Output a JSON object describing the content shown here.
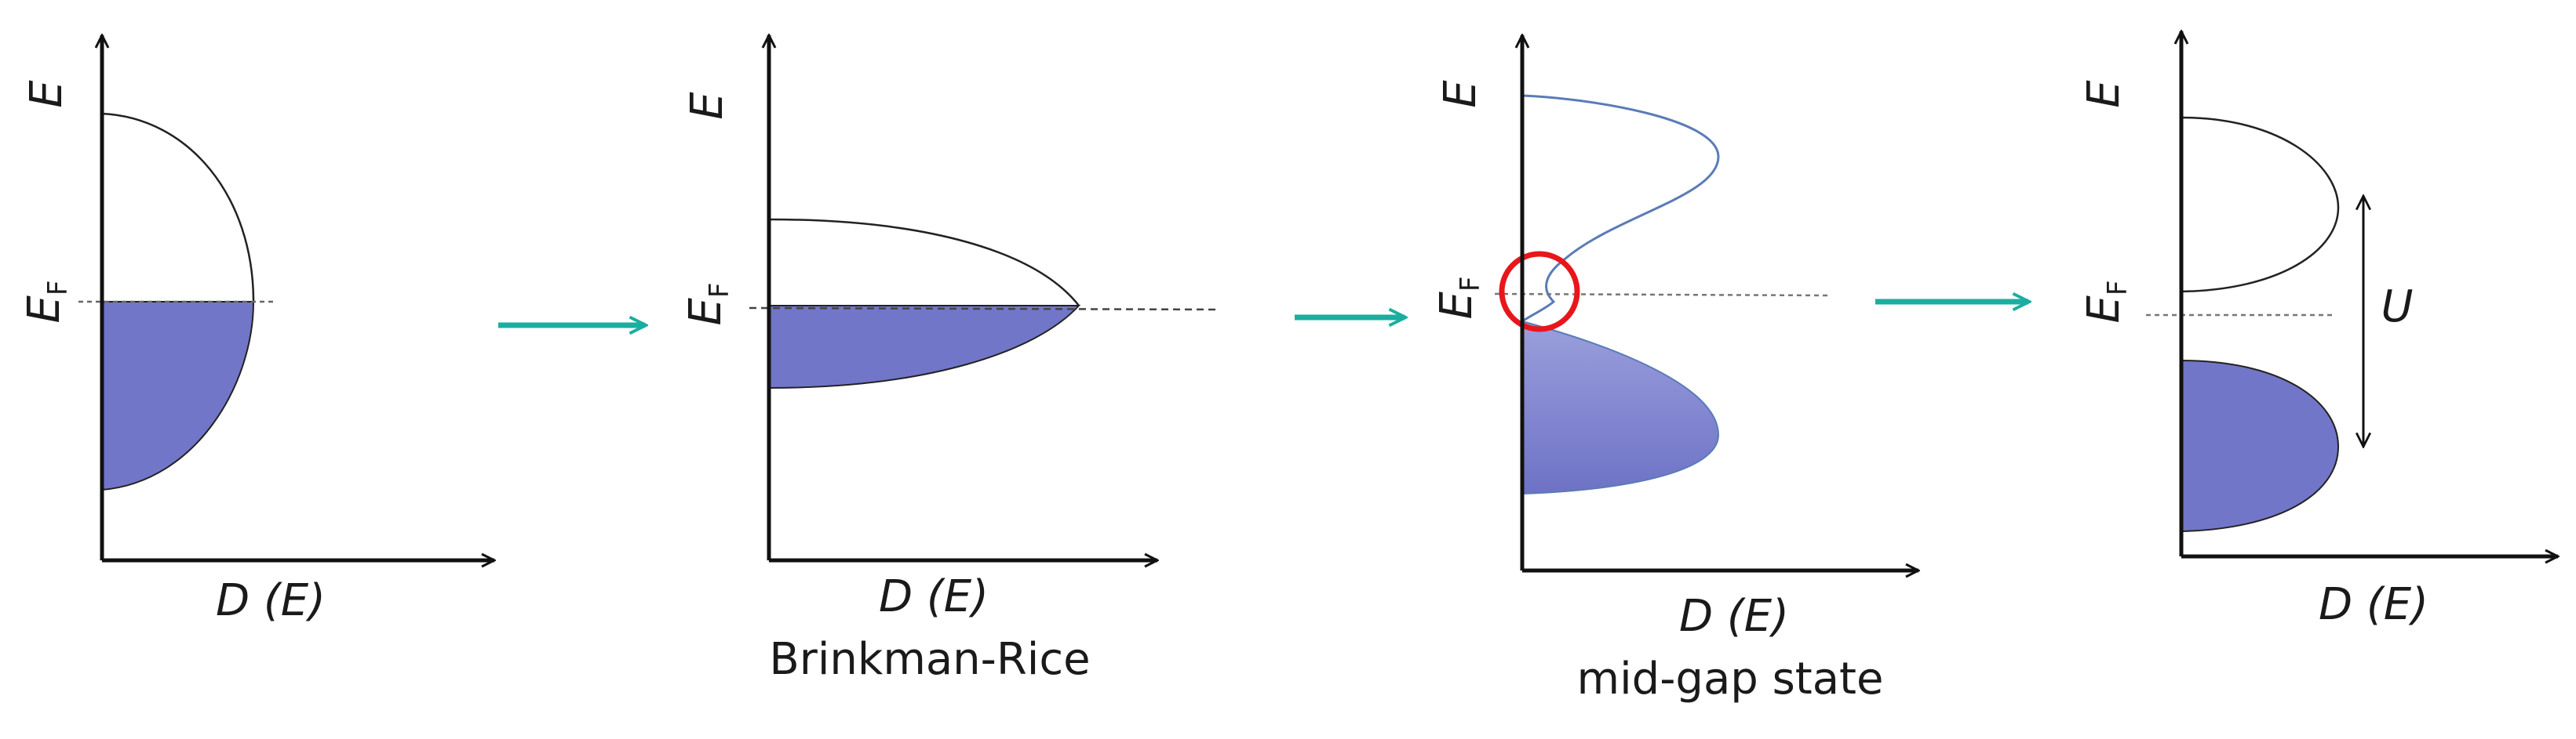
{
  "colors": {
    "fill_filled": "#7276c8",
    "line_curve": "#5b7bb8",
    "arrow_teal": "#1aaea0",
    "highlight_circle": "#e8161b",
    "axis": "#111111"
  },
  "panels": [
    {
      "id": "metal",
      "y_axis_label": "E",
      "fermi_label_main": "E",
      "fermi_label_sub": "F",
      "x_axis_label": "D (E)",
      "caption": ""
    },
    {
      "id": "brinkman_rice",
      "y_axis_label": "E",
      "fermi_label_main": "E",
      "fermi_label_sub": "F",
      "x_axis_label": "D (E)",
      "caption": "Brinkman-Rice"
    },
    {
      "id": "mid_gap",
      "y_axis_label": "E",
      "fermi_label_main": "E",
      "fermi_label_sub": "F",
      "x_axis_label": "D (E)",
      "caption": "mid-gap state"
    },
    {
      "id": "mott_insulator",
      "y_axis_label": "E",
      "fermi_label_main": "E",
      "fermi_label_sub": "F",
      "x_axis_label": "D (E)",
      "caption": "",
      "gap_label": "U"
    }
  ]
}
